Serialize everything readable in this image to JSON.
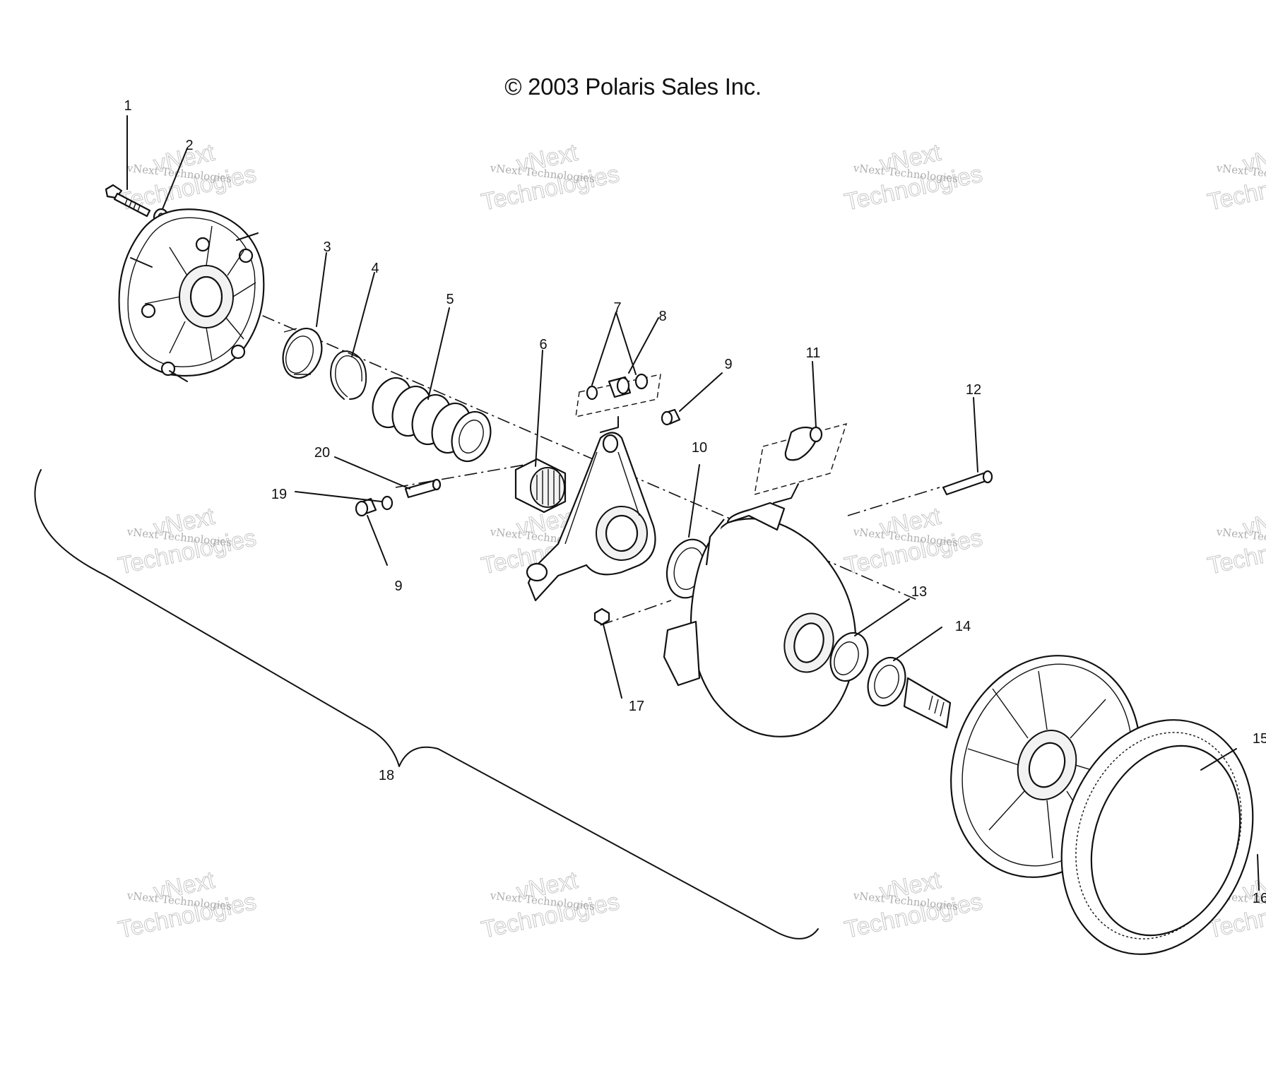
{
  "header": {
    "copyright": "© 2003 Polaris Sales Inc."
  },
  "watermark": {
    "line1": "vNext Technologies",
    "line2": "vNext",
    "line3": "Technologies"
  },
  "callouts": [
    "1",
    "2",
    "3",
    "4",
    "5",
    "6",
    "7",
    "8",
    "9",
    "10",
    "11",
    "12",
    "13",
    "14",
    "17",
    "18",
    "19",
    "20",
    "9",
    "15",
    "16"
  ]
}
